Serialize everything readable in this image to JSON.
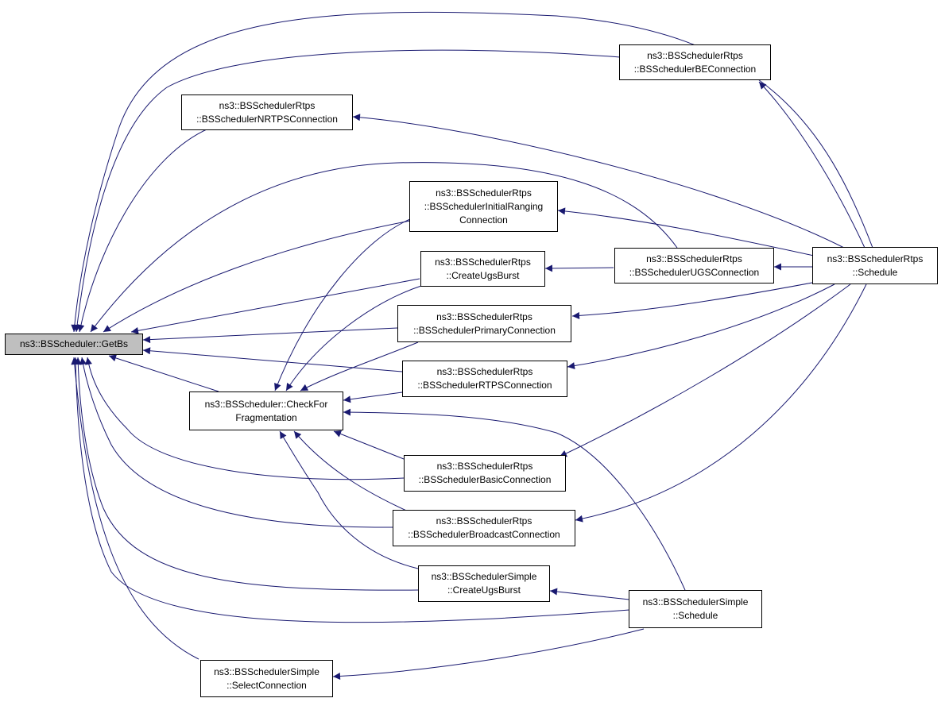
{
  "colors": {
    "edge": "#191970",
    "node_border": "#000000",
    "node_fill": "#ffffff",
    "focus_fill": "#bfbfbf"
  },
  "nodes": {
    "getbs": {
      "lines": [
        "ns3::BSScheduler::GetBs"
      ]
    },
    "checkfrag": {
      "lines": [
        "ns3::BSScheduler::CheckFor",
        "Fragmentation"
      ]
    },
    "rtps_nrtps": {
      "lines": [
        "ns3::BSSchedulerRtps",
        "::BSSchedulerNRTPSConnection"
      ]
    },
    "rtps_be": {
      "lines": [
        "ns3::BSSchedulerRtps",
        "::BSSchedulerBEConnection"
      ]
    },
    "rtps_initial": {
      "lines": [
        "ns3::BSSchedulerRtps",
        "::BSSchedulerInitialRanging",
        "Connection"
      ]
    },
    "rtps_ugsburst": {
      "lines": [
        "ns3::BSSchedulerRtps",
        "::CreateUgsBurst"
      ]
    },
    "rtps_ugsconn": {
      "lines": [
        "ns3::BSSchedulerRtps",
        "::BSSchedulerUGSConnection"
      ]
    },
    "rtps_primary": {
      "lines": [
        "ns3::BSSchedulerRtps",
        "::BSSchedulerPrimaryConnection"
      ]
    },
    "rtps_rtpsconn": {
      "lines": [
        "ns3::BSSchedulerRtps",
        "::BSSchedulerRTPSConnection"
      ]
    },
    "rtps_basic": {
      "lines": [
        "ns3::BSSchedulerRtps",
        "::BSSchedulerBasicConnection"
      ]
    },
    "rtps_broadcast": {
      "lines": [
        "ns3::BSSchedulerRtps",
        "::BSSchedulerBroadcastConnection"
      ]
    },
    "simple_ugsburst": {
      "lines": [
        "ns3::BSSchedulerSimple",
        "::CreateUgsBurst"
      ]
    },
    "simple_schedule": {
      "lines": [
        "ns3::BSSchedulerSimple",
        "::Schedule"
      ]
    },
    "simple_select": {
      "lines": [
        "ns3::BSSchedulerSimple",
        "::SelectConnection"
      ]
    },
    "rtps_schedule": {
      "lines": [
        "ns3::BSSchedulerRtps",
        "::Schedule"
      ]
    }
  }
}
